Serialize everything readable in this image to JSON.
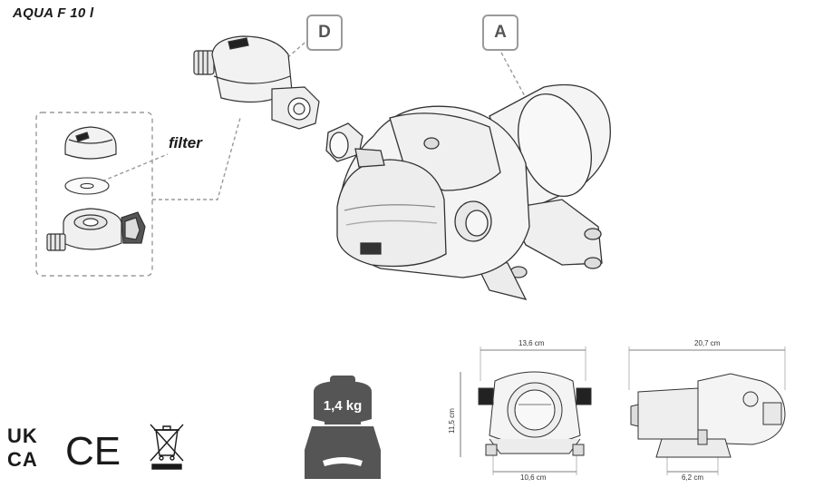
{
  "title": "AQUA F 10 l",
  "callouts": {
    "d": "D",
    "a": "A"
  },
  "filter_label": "filter",
  "weight": "1,4 kg",
  "certification": {
    "ukca_line1": "UK",
    "ukca_line2": "CA",
    "ce": "CE"
  },
  "dimensions": {
    "front_width_top": "13,6 cm",
    "front_height": "11,5 cm",
    "front_width_bottom": "10,6 cm",
    "side_length_top": "20,7 cm",
    "side_width_bottom": "6,2 cm"
  }
}
